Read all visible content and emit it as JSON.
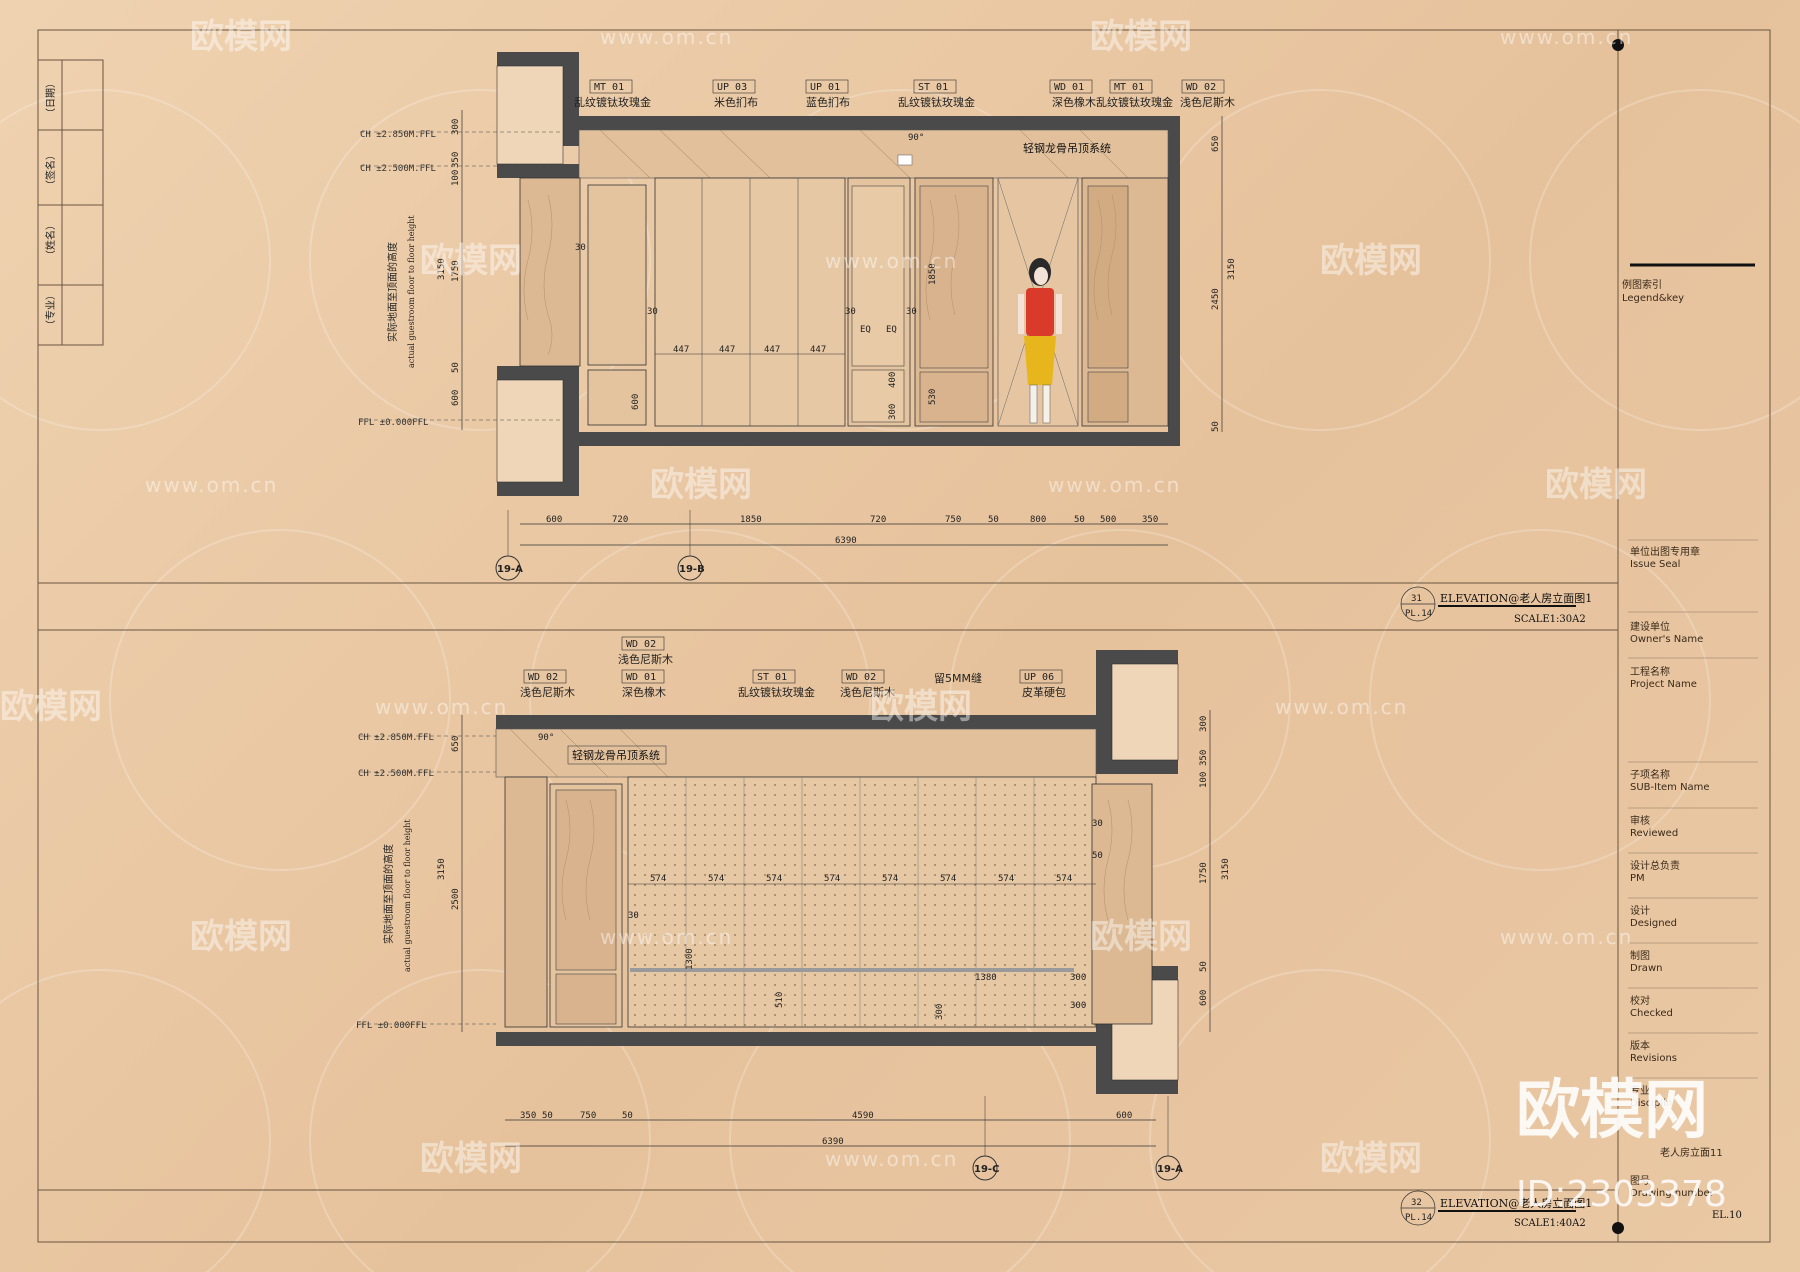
{
  "left_title_block": [
    "（日期）",
    "（签名）",
    "（姓名）",
    "（专业）"
  ],
  "title_block": {
    "legend": {
      "cn": "例图索引",
      "en": "Legend&key"
    },
    "issue_seal": {
      "cn": "单位出图专用章",
      "en": "Issue Seal"
    },
    "owner": {
      "cn": "建设单位",
      "en": "Owner's Name"
    },
    "project": {
      "cn": "工程名称",
      "en": "Project Name"
    },
    "sub_item": {
      "cn": "子项名称",
      "en": "SUB-Item Name"
    },
    "reviewed": {
      "cn": "审核",
      "en": "Reviewed"
    },
    "pm": {
      "cn": "设计总负责",
      "en": "PM"
    },
    "designed": {
      "cn": "设计",
      "en": "Designed"
    },
    "drawn": {
      "cn": "制图",
      "en": "Drawn"
    },
    "checked": {
      "cn": "校对",
      "en": "Checked"
    },
    "revisions": {
      "cn": "版本",
      "en": "Revisions"
    },
    "discipline": {
      "cn": "专业",
      "en": "Disciplin"
    },
    "drawing_name": "老人房立面11",
    "drawing_number": {
      "cn": "图号",
      "en": "Drawing number"
    },
    "sheet_no": "EL.10"
  },
  "watermark": {
    "brand": "欧模网",
    "url": "www.om.cn",
    "id": "ID:2303378"
  },
  "elev1": {
    "title": "ELEVATION@老人房立面图1",
    "scale": "SCALE1:30A2",
    "ref_num": "31",
    "ref_sheet": "PL.14",
    "levels": [
      "CH ±2.850M.FFL",
      "CH ±2.500M.FFL",
      "FFL ±0.000FFL"
    ],
    "vert_note_cn": "实际地面至顶面的高度",
    "vert_note_en": "actual guestroom floor to floor height",
    "materials": [
      {
        "code": "MT  01",
        "name": "乱纹镀钛玫瑰金"
      },
      {
        "code": "UP  03",
        "name": "米色扪布"
      },
      {
        "code": "UP  01",
        "name": "蓝色扪布"
      },
      {
        "code": "ST  01",
        "name": "乱纹镀钛玫瑰金"
      },
      {
        "code": "WD  01",
        "name": "深色橡木"
      },
      {
        "code": "MT  01",
        "name": "乱纹镀钛玫瑰金"
      },
      {
        "code": "WD  02",
        "name": "浅色尼斯木"
      }
    ],
    "ceiling_note": "轻钢龙骨吊顶系统",
    "angle": "90°",
    "bottom_dims": [
      "600",
      "720",
      "1850",
      "720",
      "750",
      "50",
      "800",
      "50",
      "500",
      "350"
    ],
    "total": "6390",
    "grid": [
      "19-A",
      "19-B"
    ],
    "right_dims": [
      "650",
      "3150",
      "2450",
      "50"
    ],
    "left_dims": [
      "300",
      "350",
      "100",
      "3150",
      "1750",
      "50",
      "600"
    ],
    "panel_dims": [
      "447",
      "447",
      "447",
      "447"
    ],
    "misc_dims": [
      "30",
      "30",
      "30",
      "30",
      "1850",
      "600",
      "300",
      "530",
      "EQ",
      "EQ",
      "400"
    ]
  },
  "elev2": {
    "title": "ELEVATION@老人房立面图1",
    "scale": "SCALE1:40A2",
    "ref_num": "32",
    "ref_sheet": "PL.14",
    "levels": [
      "CH ±2.850M.FFL",
      "CH ±2.500M.FFL",
      "FFL ±0.000FFL"
    ],
    "vert_note_cn": "实际地面至顶面的高度",
    "vert_note_en": "actual guestroom floor to floor height",
    "materials": [
      {
        "code": "WD  02",
        "name": "浅色尼斯木"
      },
      {
        "code": "WD  02",
        "name": "浅色尼斯木"
      },
      {
        "code": "WD  01",
        "name": "深色橡木"
      },
      {
        "code": "ST  01",
        "name": "乱纹镀钛玫瑰金"
      },
      {
        "code": "WD  02",
        "name": "浅色尼斯木"
      },
      {
        "code": "",
        "name": "留5MM缝"
      },
      {
        "code": "UP  06",
        "name": "皮革硬包"
      }
    ],
    "ceiling_note": "轻钢龙骨吊顶系统",
    "angle": "90°",
    "bottom_dims": [
      "350",
      "50",
      "750",
      "50",
      "4590",
      "600"
    ],
    "total": "6390",
    "grid": [
      "19-C",
      "19-A"
    ],
    "right_dims": [
      "300",
      "350",
      "100",
      "1750",
      "3150",
      "50",
      "600"
    ],
    "left_dims": [
      "650",
      "3150",
      "2500"
    ],
    "panel_dims": [
      "574",
      "574",
      "574",
      "574",
      "574",
      "574",
      "574",
      "574"
    ],
    "misc_dims": [
      "1380",
      "300",
      "300",
      "300",
      "510",
      "1300",
      "30",
      "30",
      "50"
    ]
  }
}
